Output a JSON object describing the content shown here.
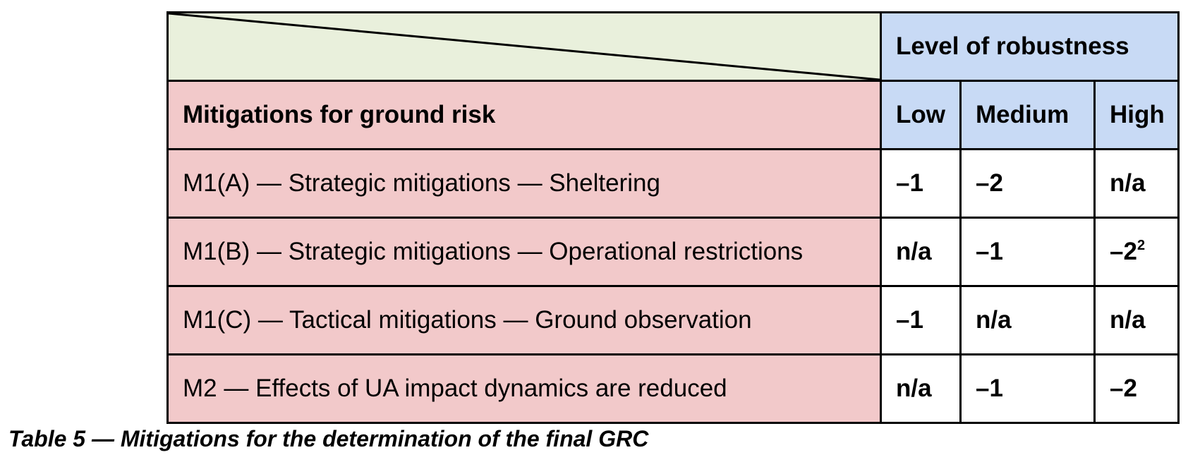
{
  "table": {
    "header_robustness": "Level of robustness",
    "header_mitigations": "Mitigations for ground risk",
    "levels": [
      "Low",
      "Medium",
      "High"
    ],
    "rows": [
      {
        "label": "M1(A) — Strategic mitigations — Sheltering",
        "low": "–1",
        "medium": "–2",
        "high": "n/a",
        "high_sup": ""
      },
      {
        "label": "M1(B) — Strategic mitigations — Operational restrictions",
        "low": "n/a",
        "medium": "–1",
        "high": "–2",
        "high_sup": "2"
      },
      {
        "label": "M1(C) — Tactical mitigations — Ground observation",
        "low": "–1",
        "medium": "n/a",
        "high": "n/a",
        "high_sup": ""
      },
      {
        "label": "M2 — Effects of UA impact dynamics are reduced",
        "low": "n/a",
        "medium": "–1",
        "high": "–2",
        "high_sup": ""
      }
    ]
  },
  "caption": "Table 5 — Mitigations for the determination of the final GRC",
  "colors": {
    "corner_bg": "#e9f0dc",
    "header_blue": "#c8daf5",
    "row_pink": "#f2c9ca"
  }
}
